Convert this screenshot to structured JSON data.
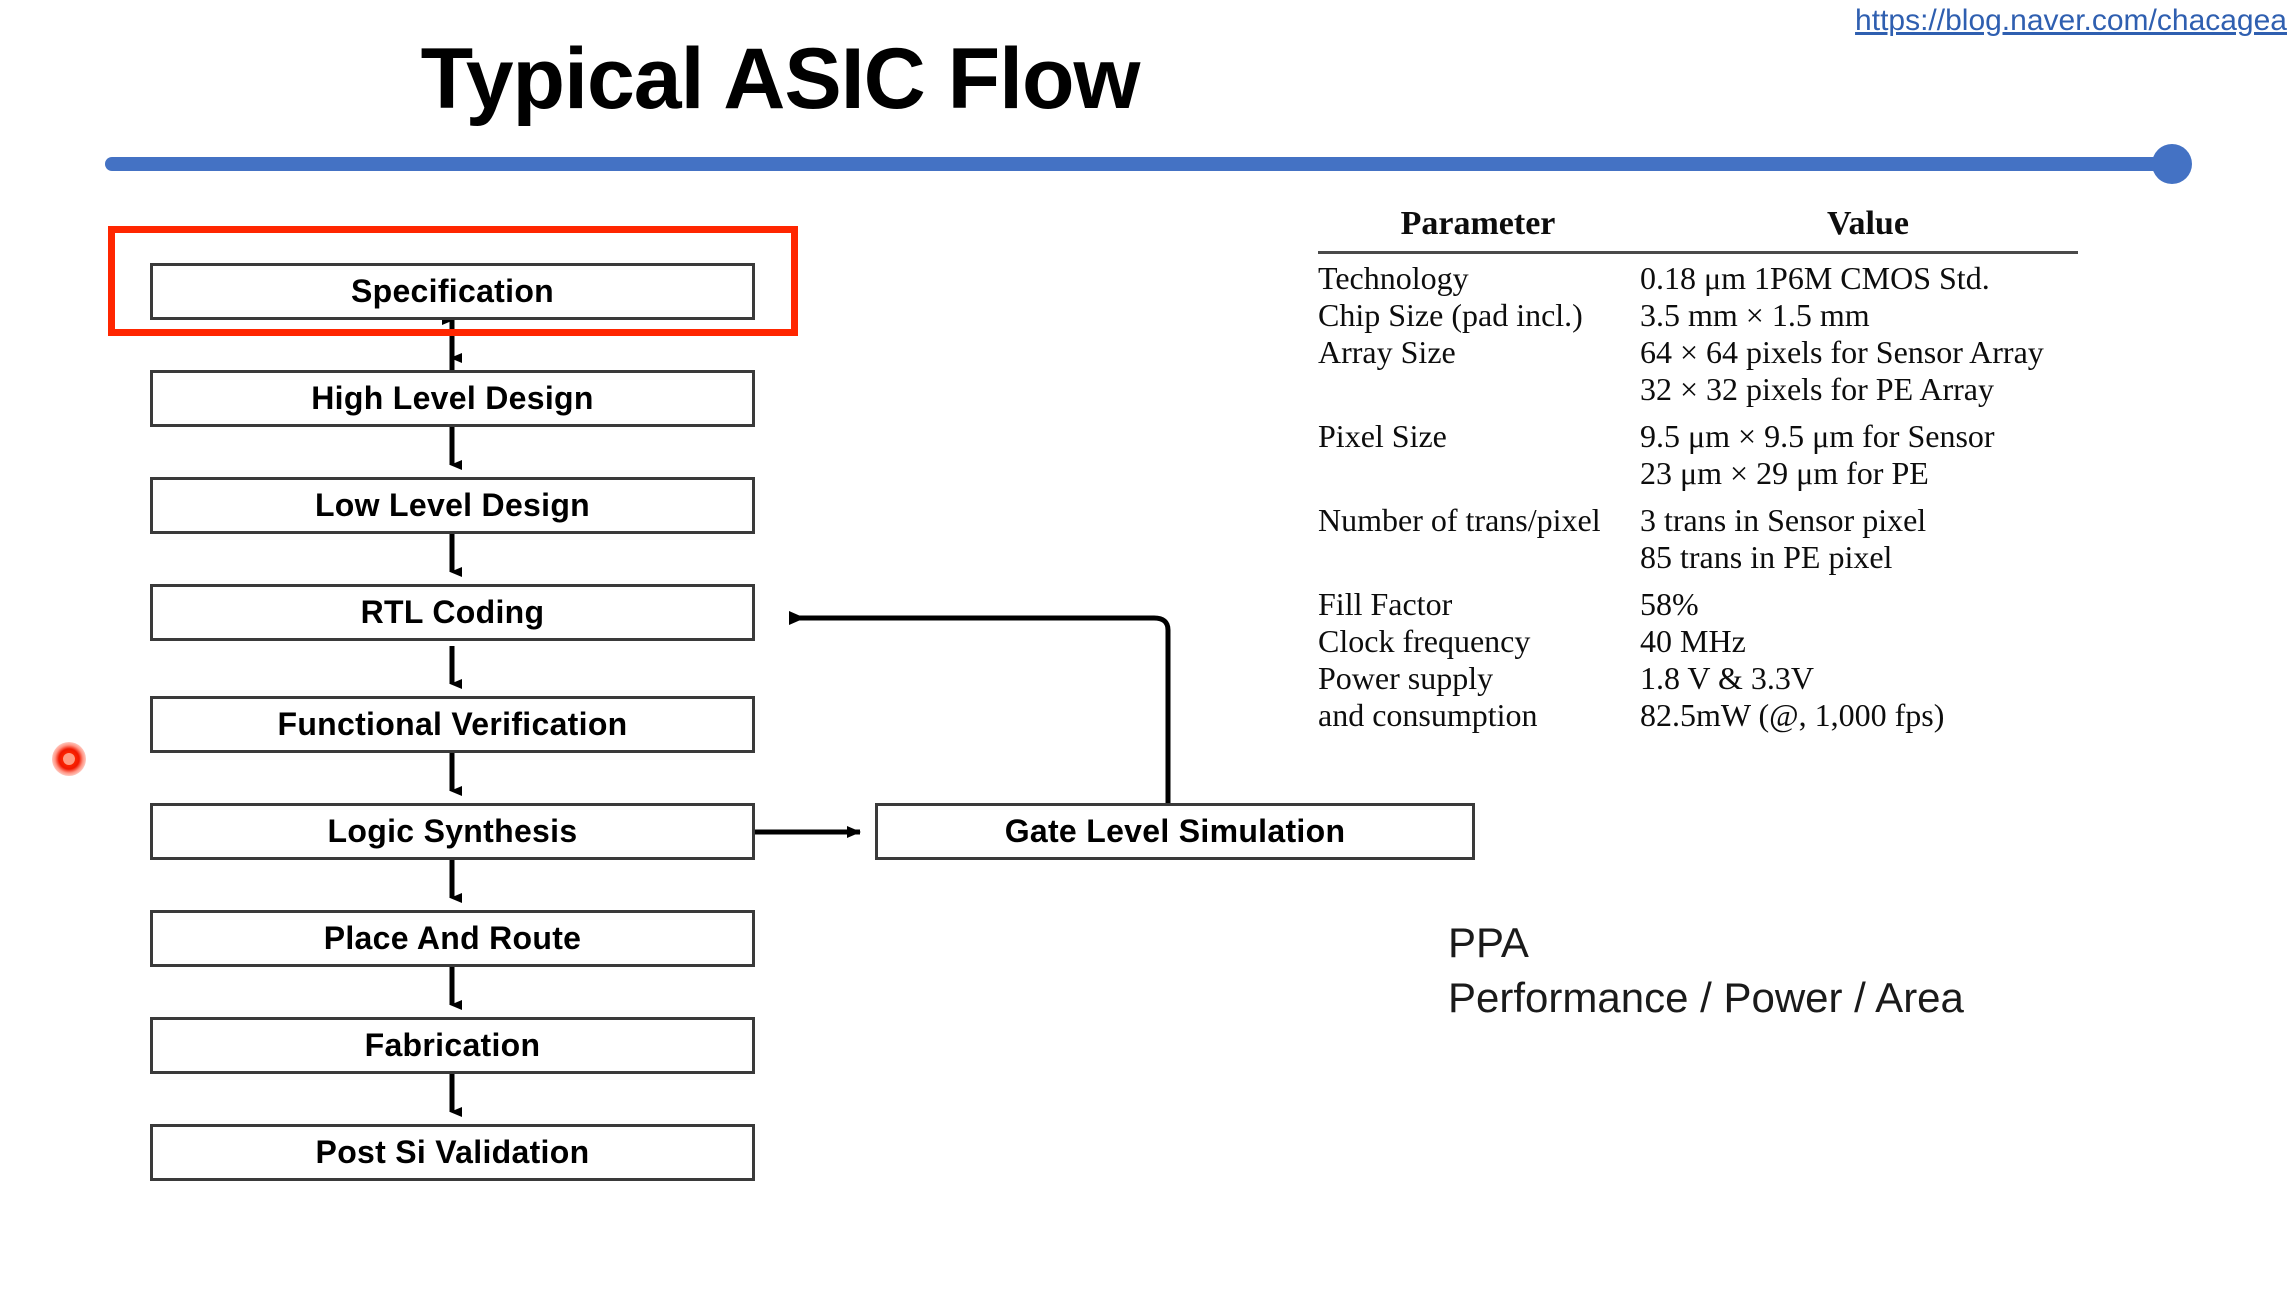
{
  "source": {
    "url_label": "https://blog.naver.com/chacagea"
  },
  "header": {
    "title": "Typical ASIC Flow"
  },
  "theme": {
    "accent_blue": "#4472C4",
    "highlight_red": "#FF2600",
    "box_border": "#3A3A3A",
    "link_blue": "#2F5FB0"
  },
  "flow": {
    "boxes": [
      {
        "id": "specification",
        "label": "Specification"
      },
      {
        "id": "high-level-design",
        "label": "High Level Design"
      },
      {
        "id": "low-level-design",
        "label": "Low Level Design"
      },
      {
        "id": "rtl-coding",
        "label": "RTL Coding"
      },
      {
        "id": "functional-verification",
        "label": "Functional Verification"
      },
      {
        "id": "logic-synthesis",
        "label": "Logic Synthesis"
      },
      {
        "id": "place-and-route",
        "label": "Place And Route"
      },
      {
        "id": "fabrication",
        "label": "Fabrication"
      },
      {
        "id": "post-si-validation",
        "label": "Post Si Validation"
      }
    ],
    "side_box": {
      "id": "gate-level-simulation",
      "label": "Gate Level Simulation"
    },
    "highlighted_box": "Specification"
  },
  "spec_table": {
    "columns": [
      "Parameter",
      "Value"
    ],
    "rows": [
      {
        "name": "Technology",
        "values": [
          "0.18 μm 1P6M CMOS Std."
        ]
      },
      {
        "name": "Chip Size (pad incl.)",
        "values": [
          "3.5 mm × 1.5 mm"
        ]
      },
      {
        "name": "Array Size",
        "values": [
          "64 × 64 pixels for Sensor Array",
          "32 × 32 pixels for PE Array"
        ]
      },
      {
        "name": "Pixel Size",
        "values": [
          "9.5 μm × 9.5 μm for Sensor",
          "23 μm × 29 μm for PE"
        ]
      },
      {
        "name": "Number of trans/pixel",
        "values": [
          "3 trans in Sensor pixel",
          "85 trans in PE pixel"
        ]
      },
      {
        "name": "Fill Factor",
        "values": [
          "58%"
        ]
      },
      {
        "name": "Clock frequency",
        "values": [
          "40 MHz"
        ]
      },
      {
        "name": "Power supply",
        "values": [
          "1.8 V & 3.3V"
        ]
      },
      {
        "name": "and consumption",
        "values": [
          "82.5mW (@, 1,000 fps)"
        ]
      }
    ]
  },
  "ppa": {
    "acronym": "PPA",
    "expansion": "Performance / Power / Area"
  }
}
